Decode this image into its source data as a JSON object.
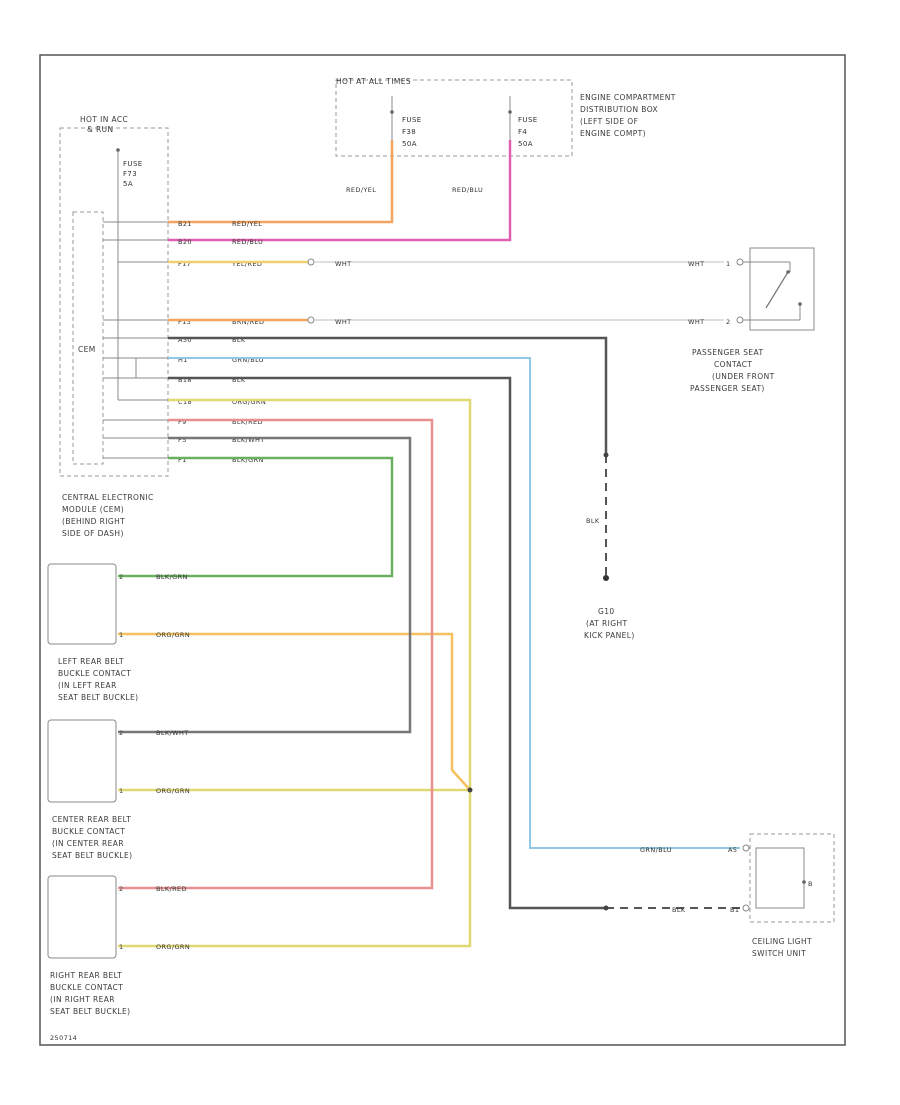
{
  "hot_in_acc": [
    "HOT IN ACC",
    "& RUN"
  ],
  "cem_fuse": [
    "FUSE",
    "F73",
    "5A"
  ],
  "cem_label": "CEM",
  "cem_desc": [
    "CENTRAL ELECTRONIC",
    "MODULE (CEM)",
    "(BEHIND RIGHT",
    "SIDE OF DASH)"
  ],
  "fuse_box_title": "HOT AT ALL TIMES",
  "fuse_left": [
    "FUSE",
    "F38",
    "50A"
  ],
  "fuse_right": [
    "FUSE",
    "F4",
    "50A"
  ],
  "engine_box_desc": [
    "ENGINE COMPARTMENT",
    "DISTRIBUTION BOX",
    "(LEFT SIDE OF",
    "ENGINE COMPT)"
  ],
  "feed_wires": [
    "RED/YEL",
    "RED/BLU"
  ],
  "cem_pins": [
    {
      "pin": "B21",
      "color": "RED/YEL"
    },
    {
      "pin": "B20",
      "color": "RED/BLU"
    },
    {
      "pin": "F17",
      "color": "YEL/RED"
    },
    {
      "pin": "F13",
      "color": "BRN/RED"
    },
    {
      "pin": "A30",
      "color": "BLK"
    },
    {
      "pin": "H1",
      "color": "GRN/BLU"
    },
    {
      "pin": "B18",
      "color": "BLK"
    },
    {
      "pin": "C18",
      "color": "ORG/GRN"
    },
    {
      "pin": "F9",
      "color": "BLK/RED"
    },
    {
      "pin": "F5",
      "color": "BLK/WHT"
    },
    {
      "pin": "F1",
      "color": "BLK/GRN"
    }
  ],
  "wht_labels": [
    "WHT",
    "WHT",
    "WHT",
    "WHT"
  ],
  "seat_contact_pins": [
    "1",
    "2"
  ],
  "seat_contact_desc": [
    "PASSENGER SEAT",
    "CONTACT",
    "(UNDER FRONT",
    "PASSENGER SEAT)"
  ],
  "ground_wire": "BLK",
  "ground_desc": [
    "G10",
    "(AT RIGHT",
    "KICK PANEL)"
  ],
  "left_buckle": {
    "pins": [
      "2",
      "1"
    ],
    "wires": [
      "BLK/GRN",
      "ORG/GRN"
    ],
    "desc": [
      "LEFT REAR BELT",
      "BUCKLE CONTACT",
      "(IN LEFT REAR",
      "SEAT BELT BUCKLE)"
    ]
  },
  "center_buckle": {
    "pins": [
      "2",
      "1"
    ],
    "wires": [
      "BLK/WHT",
      "ORG/GRN"
    ],
    "desc": [
      "CENTER REAR BELT",
      "BUCKLE CONTACT",
      "(IN CENTER REAR",
      "SEAT BELT BUCKLE)"
    ]
  },
  "right_buckle": {
    "pins": [
      "2",
      "1"
    ],
    "wires": [
      "BLK/RED",
      "ORG/GRN"
    ],
    "desc": [
      "RIGHT REAR BELT",
      "BUCKLE CONTACT",
      "(IN RIGHT REAR",
      "SEAT BELT BUCKLE)"
    ]
  },
  "ceiling_light": {
    "wires": [
      "GRN/BLU",
      "BLK"
    ],
    "pins": [
      "A5",
      "B1",
      "B"
    ],
    "desc": [
      "CEILING LIGHT",
      "SWITCH UNIT"
    ]
  },
  "diagram_id": "250714"
}
